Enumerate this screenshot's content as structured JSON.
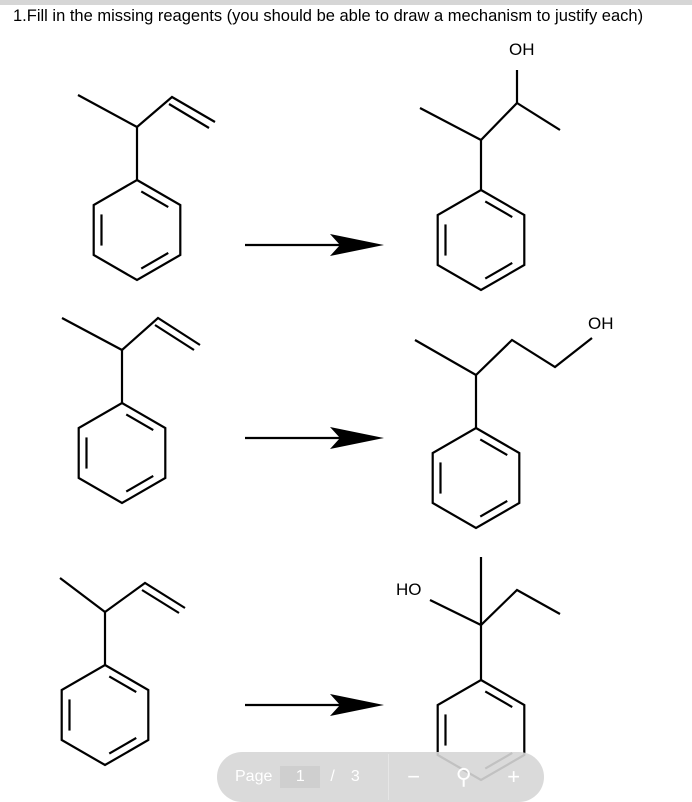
{
  "question": "1.Fill in the missing reagents (you should be able to draw a mechanism to justify each)",
  "labels": {
    "oh1": "OH",
    "oh2": "OH",
    "ho3": "HO"
  },
  "toolbar": {
    "page_label": "Page",
    "current_page": "1",
    "separator": "/",
    "total_pages": "3",
    "zoom_out": "−",
    "zoom_in": "+",
    "zoom_icon": "magnifier-icon"
  }
}
